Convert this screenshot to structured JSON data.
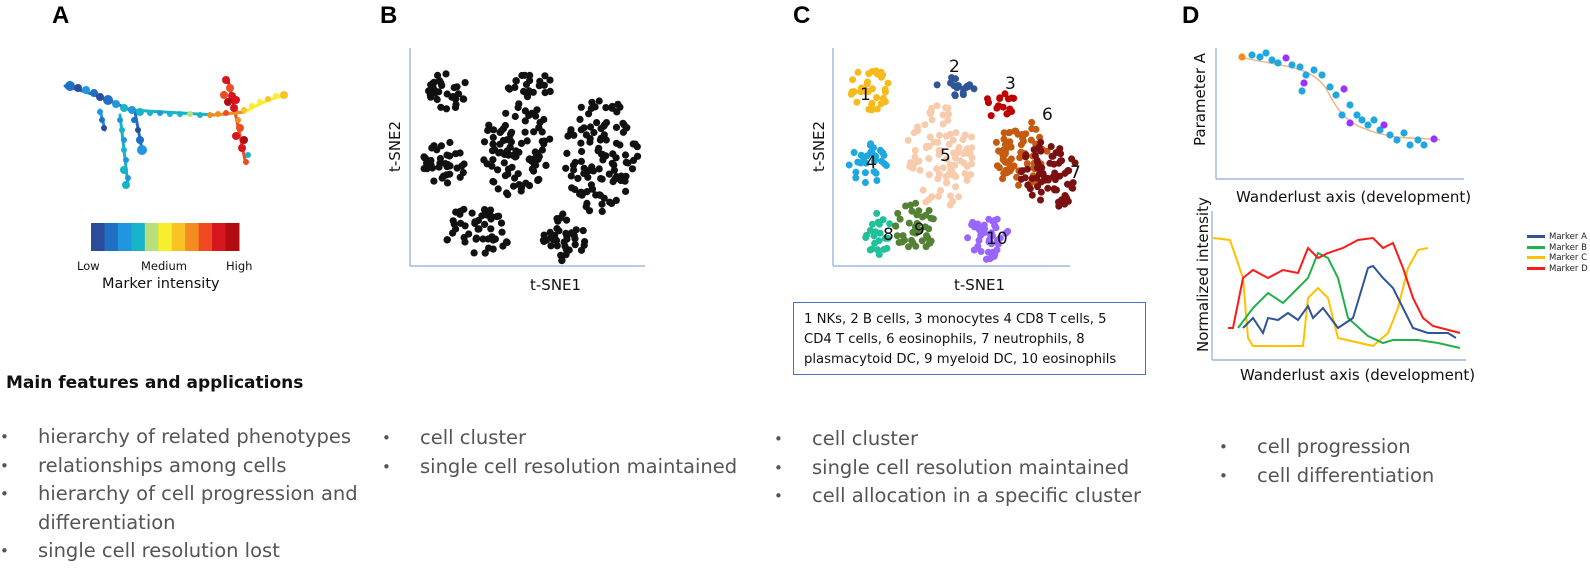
{
  "panels": {
    "A": {
      "letter": "A",
      "colorbar": {
        "colors": [
          "#2d4b9b",
          "#1f6fc2",
          "#2196e0",
          "#18b3c9",
          "#b7e07a",
          "#f7ef2e",
          "#f9c325",
          "#f58c1f",
          "#ef4a22",
          "#d5161c",
          "#b10c12"
        ],
        "low": "Low",
        "medium": "Medium",
        "high": "High",
        "title": "Marker intensity"
      }
    },
    "B": {
      "letter": "B",
      "xlabel": "t-SNE1",
      "ylabel": "t-SNE2",
      "point_color": "#111111"
    },
    "C": {
      "letter": "C",
      "xlabel": "t-SNE1",
      "ylabel": "t-SNE2",
      "clusters": [
        {
          "label": "1",
          "color": "#f5bb1c"
        },
        {
          "label": "2",
          "color": "#2f5597"
        },
        {
          "label": "3",
          "color": "#c00000"
        },
        {
          "label": "4",
          "color": "#1fa8e0"
        },
        {
          "label": "5",
          "color": "#f8cbad"
        },
        {
          "label": "6",
          "color": "#c55a11"
        },
        {
          "label": "7",
          "color": "#7b1010"
        },
        {
          "label": "8",
          "color": "#20c09a"
        },
        {
          "label": "9",
          "color": "#548235"
        },
        {
          "label": "10",
          "color": "#9966ff"
        }
      ],
      "legend_text": "1 NKs, 2 B cells, 3 monocytes 4 CD8 T cells, 5 CD4 T cells, 6 eosinophils, 7 neutrophils, 8 plasmacytoid DC, 9 myeloid DC, 10 eosinophils"
    },
    "D": {
      "letter": "D",
      "top": {
        "ylabel": "Parameter A",
        "xlabel": "Wanderlust axis (development)"
      },
      "bottom": {
        "ylabel": "Normalized intensity",
        "xlabel": "Wanderlust axis (development)"
      },
      "markers": [
        {
          "name": "Marker A",
          "color": "#2f5597"
        },
        {
          "name": "Marker B",
          "color": "#22b04a"
        },
        {
          "name": "Marker C",
          "color": "#ffc000"
        },
        {
          "name": "Marker D",
          "color": "#ff1a1a"
        }
      ]
    }
  },
  "features": {
    "title": "Main features and applications",
    "A": [
      "hierarchy of related phenotypes",
      "relationships among cells",
      "hierarchy of cell progression and differentiation",
      "single cell resolution lost"
    ],
    "B": [
      "cell cluster",
      "single cell resolution maintained"
    ],
    "C": [
      "cell cluster",
      "single cell resolution maintained",
      "cell allocation in a specific cluster"
    ],
    "D": [
      "cell progression",
      "cell differentiation"
    ]
  }
}
